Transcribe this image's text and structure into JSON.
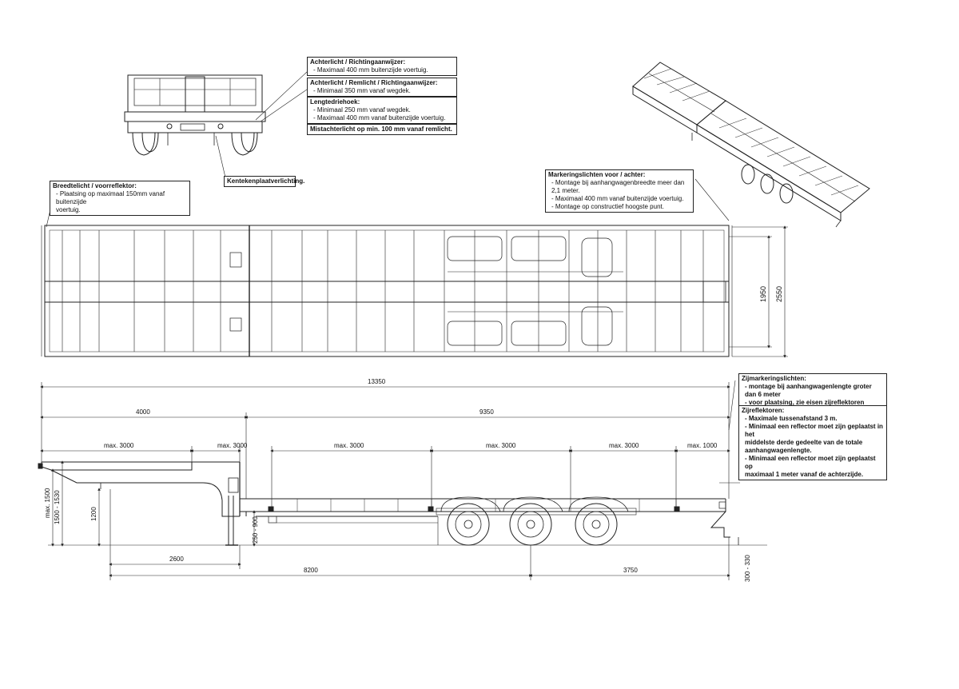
{
  "notes": {
    "rear_indicator": {
      "title": "Achterlicht / Richtingaanwijzer:",
      "lines": [
        "- Maximaal 400 mm buitenzijde voertuig."
      ]
    },
    "rear_brake": {
      "title": "Achterlicht / Remlicht / Richtingaanwijzer:",
      "lines": [
        "- Minimaal 350 mm vanaf wegdek."
      ]
    },
    "triangle": {
      "title": "Lengtedriehoek:",
      "lines": [
        "- Minimaal 250 mm vanaf wegdek.",
        "- Maximaal 400 mm vanaf buitenzijde voertuig."
      ]
    },
    "fog": {
      "title": "Mistachterlicht op min. 100 mm vanaf remlicht.",
      "lines": []
    },
    "plate_light": {
      "title": "Kentekenplaatverlichting.",
      "lines": []
    },
    "width_light": {
      "title": "Breedtelicht / voorreflektor:",
      "lines": [
        "- Plaatsing op maximaal 150mm vanaf buitenzijde",
        "  voertuig."
      ]
    },
    "marker_front_rear": {
      "title": "Markeringslichten voor / achter:",
      "lines": [
        "- Montage bij aanhangwagenbreedte meer dan 2,1 meter.",
        "- Maximaal 400 mm vanaf buitenzijde voertuig.",
        "- Montage op constructief hoogste punt."
      ]
    },
    "side_marker": {
      "title": "Zijmarkeringslichten:",
      "lines": [
        "- montage bij aanhangwagenlengte groter dan 6 meter",
        "- voor plaatsing, zie eisen zijreflektoren"
      ]
    },
    "side_reflector": {
      "title": "Zijreflektoren:",
      "lines": [
        "- Maximale tussenafstand 3 m.",
        "- Minimaal een reflector moet zijn geplaatst in het",
        "  middelste derde gedeelte van de totale",
        "  aanhangwagenlengte.",
        "- Minimaal een reflector moet zijn geplaatst op",
        "  maximaal 1 meter vanaf de achterzijde."
      ]
    }
  },
  "dims": {
    "total_length": "13350",
    "front": "4000",
    "rear": "9350",
    "max1": "max.  3000",
    "max2": "max. 3000",
    "max3": "max.  3000",
    "max4": "max. 3000",
    "max5": "max. 3000",
    "max6": "max.  1000",
    "d2600": "2600",
    "d8200": "8200",
    "d3750": "3750",
    "h_front": "max. 1500",
    "h_front2": "1500 - 1530",
    "h1200": "1200",
    "h250": "250 - 900",
    "h300": "300 - 330",
    "w1950": "1950",
    "w2550": "2550"
  }
}
